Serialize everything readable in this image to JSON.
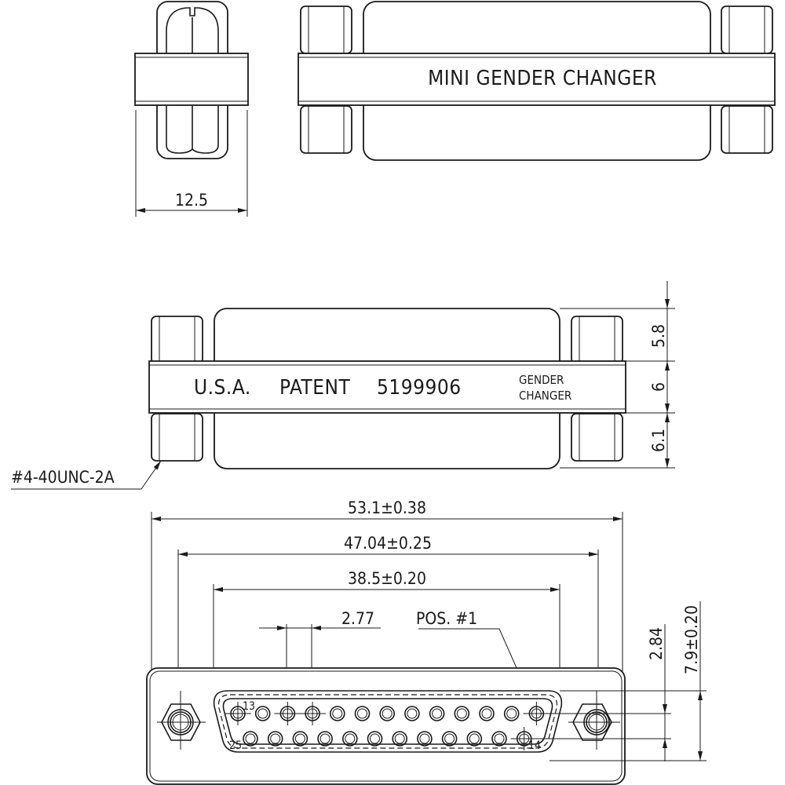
{
  "drawing": {
    "subject": "Mini Gender Changer DB25 mechanical drawing",
    "line_color": "#1a1a1a",
    "background": "#ffffff"
  },
  "side_view": {
    "width_dim": "12.5"
  },
  "top_view": {
    "label": "MINI GENDER CHANGER"
  },
  "front_view": {
    "label_usa": "U.S.A.",
    "label_patent": "PATENT",
    "label_number": "5199906",
    "label_small_line1": "GENDER",
    "label_small_line2": "CHANGER",
    "dim_top": "5.8",
    "dim_middle": "6",
    "dim_bottom": "6.1",
    "thread_callout": "#4-40UNC-2A"
  },
  "face_view": {
    "dim_overall": "53.1±0.38",
    "dim_mount_holes": "47.04±0.25",
    "dim_shell": "38.5±0.20",
    "dim_pin_pitch": "2.77",
    "callout_pos1": "POS. #1",
    "dim_row_spacing": "2.84",
    "dim_shell_height": "7.9±0.20",
    "pin_label_13": "13",
    "pin_label_25": "25",
    "pin_label_14": "14",
    "pin_count": 25,
    "row1_pins": 13,
    "row2_pins": 12
  }
}
